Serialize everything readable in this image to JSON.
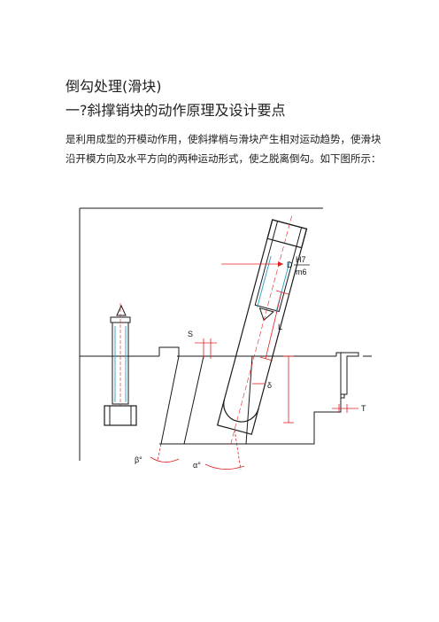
{
  "document": {
    "title": "倒勾处理(滑块)",
    "subtitle": "一?斜撑销块的动作原理及设计要点",
    "paragraph": "是利用成型的开模动作用，使斜撑梢与滑块产生相对运动趋势，使滑块沿开模方向及水平方向的两种运动形式，使之脱离倒勾。如下图所示："
  },
  "figure": {
    "labels": {
      "fit_d": "D",
      "fit_h7": "H7",
      "fit_m6": "m6",
      "S": "S",
      "L": "L",
      "delta": "δ",
      "T": "T",
      "beta": "β°",
      "alpha": "α°"
    },
    "colors": {
      "outline": "#1a1a1a",
      "dimension": "#e02020",
      "center": "#e02020",
      "pin": "#3aa7c9",
      "hatch": "#1a1a1a"
    }
  }
}
